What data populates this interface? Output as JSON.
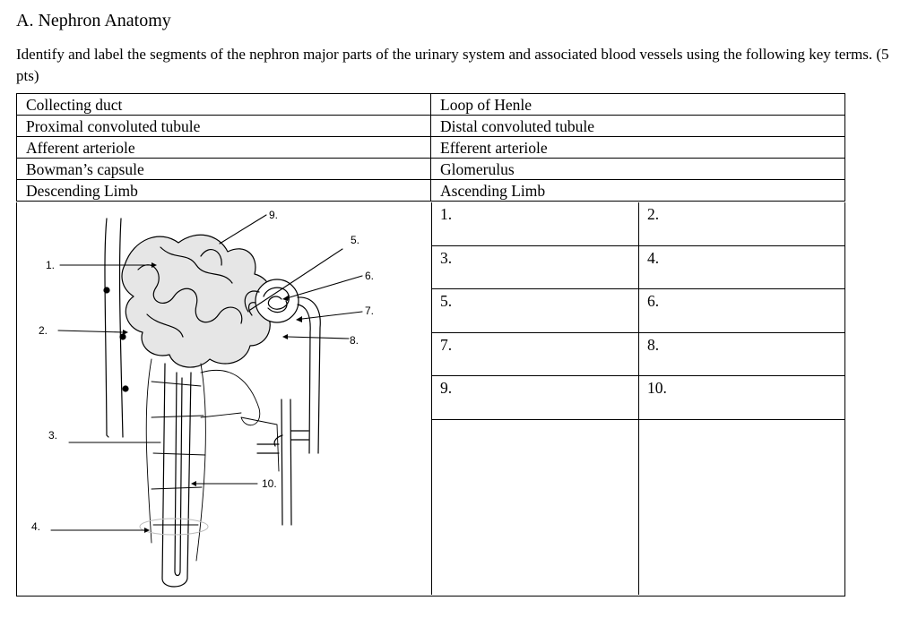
{
  "heading": "A.  Nephron Anatomy",
  "instructions": "Identify and label the segments of the nephron major parts of the urinary system and associated blood vessels using the following key terms. (5 pts)",
  "key_terms": [
    [
      "Collecting duct",
      "Loop of Henle"
    ],
    [
      "Proximal convoluted tubule",
      "Distal convoluted tubule"
    ],
    [
      "Afferent arteriole",
      "Efferent arteriole"
    ],
    [
      "Bowman’s capsule",
      "Glomerulus"
    ],
    [
      "Descending Limb",
      "Ascending Limb"
    ]
  ],
  "answer_slots": [
    [
      "1.",
      "2."
    ],
    [
      "3.",
      "4."
    ],
    [
      "5.",
      "6."
    ],
    [
      "7.",
      "8."
    ],
    [
      "9.",
      "10."
    ]
  ],
  "figure_labels": [
    "1.",
    "2.",
    "3.",
    "4.",
    "5.",
    "6.",
    "7.",
    "8.",
    "9.",
    "10."
  ]
}
